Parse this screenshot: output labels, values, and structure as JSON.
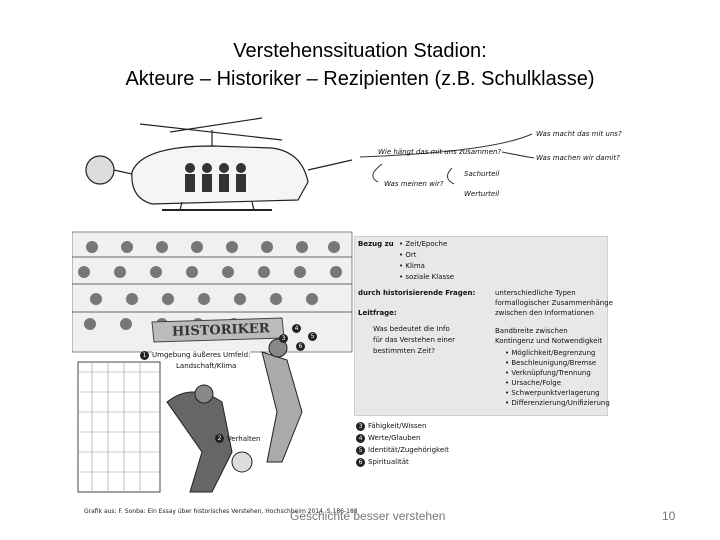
{
  "slide": {
    "title_line1": "Verstehenssituation Stadion:",
    "title_line2": "Akteure – Historiker – Rezipienten (z.B. Schulklasse)",
    "footer": "Geschichte besser verstehen",
    "page_number": "10",
    "credit": "Grafik aus: F. Sonba: Ein Essay über historisches Verstehen, Hochschheim 2014, S.186-188"
  },
  "figure": {
    "questions": {
      "q_left": "Wie hängt das mit uns zusammen?",
      "q_meaning": "Was meinen wir?",
      "q_top_right": "Was macht das mit uns?",
      "q_right": "Was machen wir damit?",
      "sachurteil": "Sachurteil",
      "werturteil": "Werturteil"
    },
    "banner": "HISTORIKER",
    "panel": {
      "bezug_label": "Bezug zu",
      "bezug_items": [
        "• Zeit/Epoche",
        "• Ort",
        "• Klima",
        "• soziale Klasse"
      ],
      "fragen_label": "durch historisierende Fragen:",
      "leitfrage_label": "Leitfrage:",
      "leitfrage_text": [
        "Was bedeutet die Info",
        "für das Verstehen einer",
        "bestimmten Zeit?"
      ],
      "types_text": [
        "unterschiedliche Typen",
        "formallogischer Zusammenhänge",
        "zwischen den Informationen"
      ],
      "band_text": [
        "Bandbreite zwischen",
        "Kontingenz und Notwendigkeit"
      ],
      "band_items": [
        "• Möglichkeit/Begrenzung",
        "• Beschleunigung/Bremse",
        "• Verknüpfung/Trennung",
        "• Ursache/Folge",
        "• Schwerpunktverlagerung",
        "• Differenzierung/Unifizierung"
      ]
    },
    "umgebung": [
      "Umgebung äußeres Umfeld:",
      "Landschaft/Klima"
    ],
    "verhalten": "Verhalten",
    "legend": [
      {
        "n": "3",
        "label": "Fähigkeit/Wissen"
      },
      {
        "n": "4",
        "label": "Werte/Glauben"
      },
      {
        "n": "5",
        "label": "Identität/Zugehörigkeit"
      },
      {
        "n": "6",
        "label": "Spiritualität"
      }
    ],
    "markers": {
      "m1": "1",
      "m2": "2",
      "m3": "3",
      "m4": "4",
      "m5": "5",
      "m6": "6"
    }
  }
}
